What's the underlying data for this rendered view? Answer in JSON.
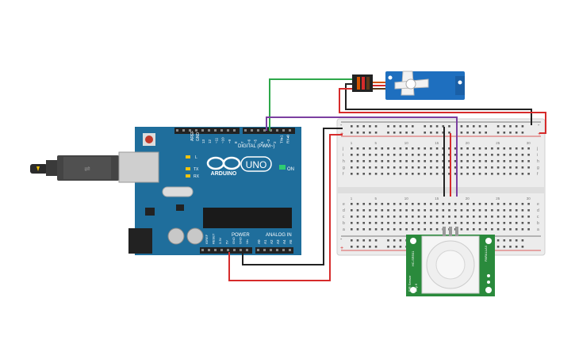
{
  "arduino": {
    "brand": "ARDUINO",
    "model": "UNO",
    "on_label": "ON",
    "digital_label": "DIGITAL (PWM~)",
    "power_label": "POWER",
    "analog_label": "ANALOG IN",
    "aref_label": "AREF",
    "gnd_label": "GND",
    "l_label": "L",
    "tx_label": "TX",
    "rx_label": "RX",
    "digital_pins": [
      "13",
      "12",
      "~11",
      "~10",
      "~9",
      "8",
      "7",
      "~6",
      "~5",
      "4",
      "~3",
      "2",
      "TX▸1",
      "RX◂0"
    ],
    "power_pins": [
      "IOREF",
      "RESET",
      "3.3V",
      "5V",
      "GND",
      "GND",
      "Vin"
    ],
    "analog_pins": [
      "A0",
      "A1",
      "A2",
      "A3",
      "A4",
      "A5"
    ]
  },
  "breadboard": {
    "row_letters_top": [
      "j",
      "i",
      "h",
      "g",
      "f"
    ],
    "row_letters_bottom": [
      "e",
      "d",
      "c",
      "b",
      "a"
    ],
    "col_numbers": [
      "1",
      "5",
      "10",
      "15",
      "20",
      "25",
      "30"
    ],
    "rail_plus": "+",
    "rail_minus": "-"
  },
  "pir": {
    "label_top": "HC-SR501",
    "label_side_left": "PIR Sensor",
    "label_side_left2": "Key 6",
    "label_side_right": "PARALLAX"
  },
  "colors": {
    "board": "#1d6a96",
    "wire_red": "#d62b2b",
    "wire_black": "#222222",
    "wire_green": "#2da84a",
    "wire_purple": "#7b3fa0",
    "servo": "#1e6fbf",
    "pir": "#2a8a3c"
  }
}
